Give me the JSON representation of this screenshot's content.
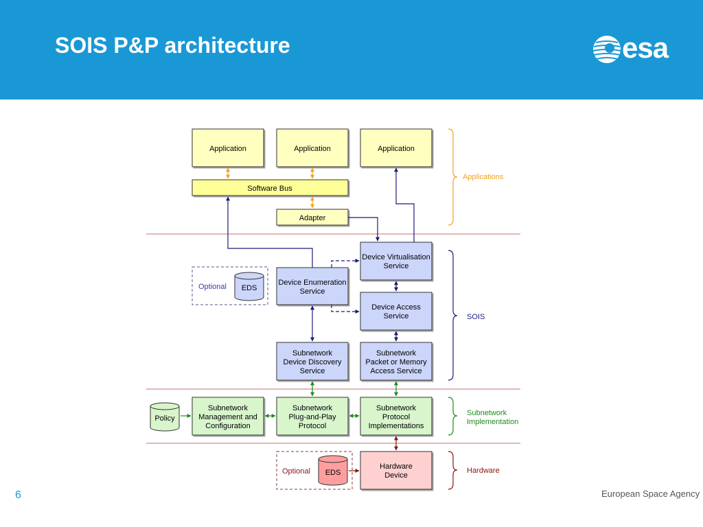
{
  "slide": {
    "title": "SOIS P&P architecture",
    "page_number": "6",
    "footer": "European Space Agency"
  },
  "logo": {
    "text": "esa"
  },
  "colors": {
    "header": "#1a98d5",
    "yellow_fill": "#ffffc0",
    "blue_fill": "#ccd6fb",
    "green_fill": "#d8f5cc",
    "red_fill": "#ffd0d0",
    "orange": "#f2a21e",
    "navy": "#1a1a7a",
    "green": "#1e8a1e",
    "darkred": "#8b1212",
    "separator": "#c07070"
  },
  "diagram": {
    "applications": [
      "Application",
      "Application",
      "Application"
    ],
    "software_bus": "Software Bus",
    "adapter": "Adapter",
    "dvs": [
      "Device Virtualisation",
      "Service"
    ],
    "des": [
      "Device Enumeration",
      "Service"
    ],
    "das": [
      "Device Access",
      "Service"
    ],
    "sdds": [
      "Subnetwork",
      "Device Discovery",
      "Service"
    ],
    "spma": [
      "Subnetwork",
      "Packet or Memory",
      "Access Service"
    ],
    "smc": [
      "Subnetwork",
      "Management and",
      "Configuration"
    ],
    "spnp": [
      "Subnetwork",
      "Plug-and-Play",
      "Protocol"
    ],
    "spi": [
      "Subnetwork",
      "Protocol",
      "Implementations"
    ],
    "hardware_device": [
      "Hardware",
      "Device"
    ],
    "eds_label": "EDS",
    "optional_label": "Optional",
    "policy_label": "Policy",
    "groups": {
      "applications": "Applications",
      "sois": "SOIS",
      "subnetwork": [
        "Subnetwork",
        "Implementation"
      ],
      "hardware": "Hardware"
    }
  }
}
